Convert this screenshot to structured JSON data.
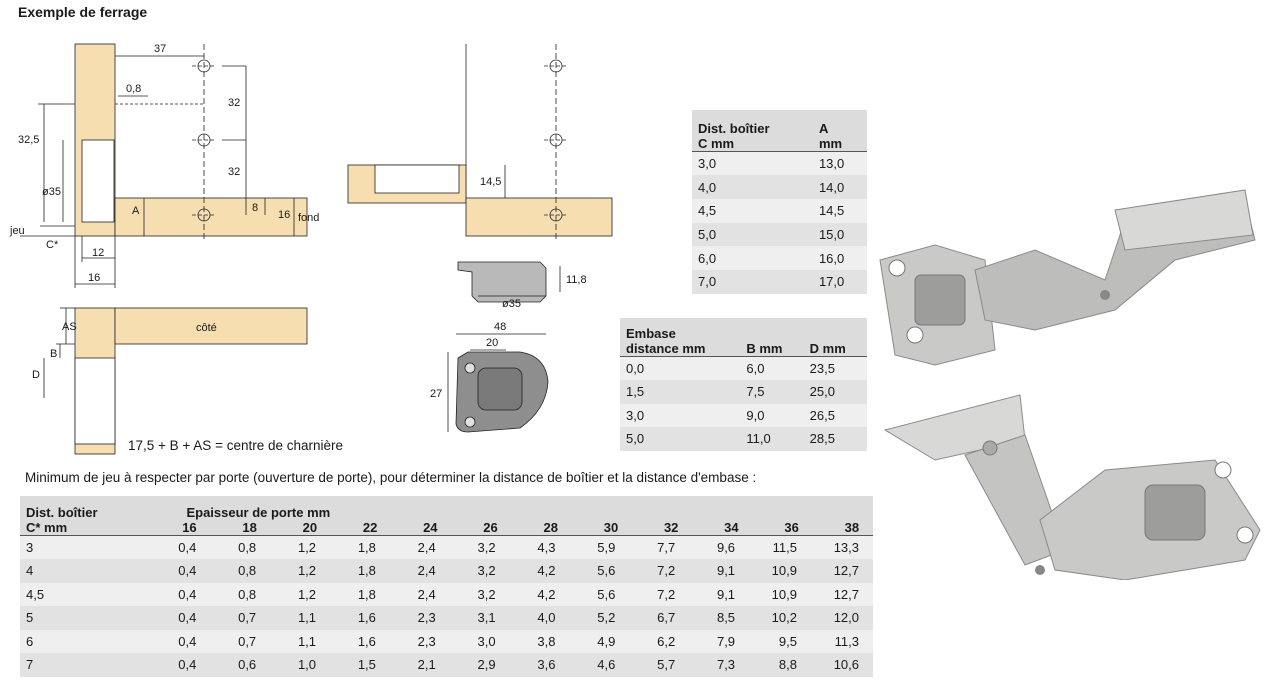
{
  "title": "Exemple de ferrage",
  "drawing_labels": {
    "dim_37": "37",
    "dim_0_8": "0,8",
    "dim_32_a": "32",
    "dim_32_b": "32",
    "dim_32_5": "32,5",
    "dim_o35": "ø35",
    "dim_A": "A",
    "dim_8": "8",
    "dim_16": "16",
    "fond": "fond",
    "jeu": "jeu",
    "c_star": "C*",
    "dim_12": "12",
    "dim_16_bottom": "16",
    "dim_14_5": "14,5",
    "dim_11_8": "11,8",
    "dim_o35_cup": "ø35",
    "dim_48": "48",
    "dim_20": "20",
    "dim_27": "27",
    "as": "AS",
    "b": "B",
    "d": "D",
    "cote": "côté"
  },
  "formula_note": "17,5 + B + AS = centre de charnière",
  "table_boitier": {
    "headers": [
      [
        "Dist. boîtier",
        "C mm"
      ],
      [
        "A",
        "mm"
      ]
    ],
    "rows": [
      [
        "3,0",
        "13,0"
      ],
      [
        "4,0",
        "14,0"
      ],
      [
        "4,5",
        "14,5"
      ],
      [
        "5,0",
        "15,0"
      ],
      [
        "6,0",
        "16,0"
      ],
      [
        "7,0",
        "17,0"
      ]
    ]
  },
  "table_embase": {
    "headers": [
      [
        "Embase",
        "distance mm"
      ],
      [
        "",
        "B mm"
      ],
      [
        "",
        "D mm"
      ]
    ],
    "rows": [
      [
        "0,0",
        "6,0",
        "23,5"
      ],
      [
        "1,5",
        "7,5",
        "25,0"
      ],
      [
        "3,0",
        "9,0",
        "26,5"
      ],
      [
        "5,0",
        "11,0",
        "28,5"
      ]
    ]
  },
  "min_note": "Minimum de jeu à respecter par porte (ouverture de porte), pour déterminer la distance de boîtier et la distance d'embase :",
  "table_jeu": {
    "row_header": [
      "Dist. boîtier",
      "C* mm"
    ],
    "group_header": "Epaisseur de porte mm",
    "thicknesses": [
      "16",
      "18",
      "20",
      "22",
      "24",
      "26",
      "28",
      "30",
      "32",
      "34",
      "36",
      "38"
    ],
    "rows": [
      {
        "c": "3",
        "v": [
          "0,4",
          "0,8",
          "1,2",
          "1,8",
          "2,4",
          "3,2",
          "4,3",
          "5,9",
          "7,7",
          "9,6",
          "11,5",
          "13,3"
        ]
      },
      {
        "c": "4",
        "v": [
          "0,4",
          "0,8",
          "1,2",
          "1,8",
          "2,4",
          "3,2",
          "4,2",
          "5,6",
          "7,2",
          "9,1",
          "10,9",
          "12,7"
        ]
      },
      {
        "c": "4,5",
        "v": [
          "0,4",
          "0,8",
          "1,2",
          "1,8",
          "2,4",
          "3,2",
          "4,2",
          "5,6",
          "7,2",
          "9,1",
          "10,9",
          "12,7"
        ]
      },
      {
        "c": "5",
        "v": [
          "0,4",
          "0,7",
          "1,1",
          "1,6",
          "2,3",
          "3,1",
          "4,0",
          "5,2",
          "6,7",
          "8,5",
          "10,2",
          "12,0"
        ]
      },
      {
        "c": "6",
        "v": [
          "0,4",
          "0,7",
          "1,1",
          "1,6",
          "2,3",
          "3,0",
          "3,8",
          "4,9",
          "6,2",
          "7,9",
          "9,5",
          "11,3"
        ]
      },
      {
        "c": "7",
        "v": [
          "0,4",
          "0,6",
          "1,0",
          "1,5",
          "2,1",
          "2,9",
          "3,6",
          "4,6",
          "5,7",
          "7,3",
          "8,8",
          "10,6"
        ]
      }
    ]
  },
  "colors": {
    "wood": "#f6deb0",
    "hinge": "#c9c9c7",
    "table_light": "#efefef",
    "table_dark": "#e2e2e2"
  }
}
